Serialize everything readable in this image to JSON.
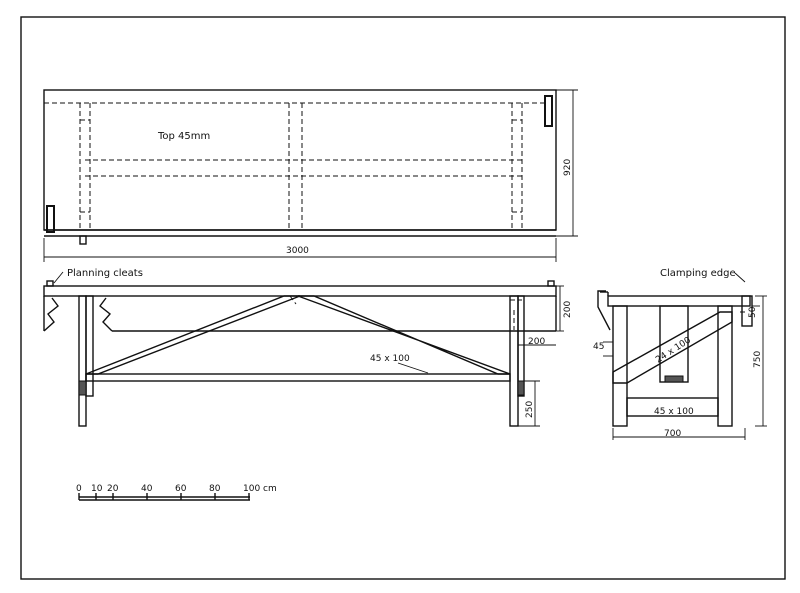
{
  "top_view": {
    "title": "Top 45mm",
    "dim_length": "3000",
    "dim_width": "920"
  },
  "side_view": {
    "planning_cleats": "Planning cleats",
    "brace": "45 x 100",
    "dim_top": "200",
    "dim_leg_offset": "200",
    "dim_foot": "250"
  },
  "end_view": {
    "clamping_edge": "Clamping edge",
    "diagonal": "24 x 100",
    "stretcher": "45 x 100",
    "dim_width": "700",
    "dim_height": "750",
    "dim_edge": "50",
    "dim_left": "45"
  },
  "scale_bar": {
    "ticks": [
      "0",
      "10",
      "20",
      "40",
      "60",
      "80",
      "100 cm"
    ]
  }
}
